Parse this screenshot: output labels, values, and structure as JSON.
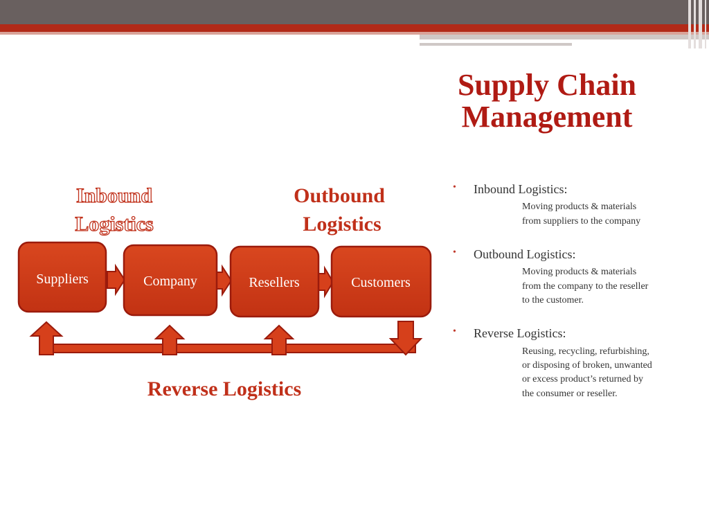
{
  "slide": {
    "title_line1": "Supply Chain",
    "title_line2": "Management"
  },
  "colors": {
    "title": "#b01b14",
    "box_fill": "#cf3a19",
    "box_stroke": "#9b1b0c",
    "header_band": "#69605f",
    "accent_stripe": "#b22a18"
  },
  "diagram": {
    "inbound_label_line1": "Inbound",
    "inbound_label_line2": "Logistics",
    "outbound_label_line1": "Outbound",
    "outbound_label_line2": "Logistics",
    "reverse_label": "Reverse Logistics",
    "nodes": [
      "Suppliers",
      "Company",
      "Resellers",
      "Customers"
    ]
  },
  "bullets": [
    {
      "head": "Inbound Logistics:",
      "desc": "Moving products & materials from suppliers to the company"
    },
    {
      "head": "Outbound Logistics:",
      "desc": "Moving products & materials from the company to the reseller to the customer."
    },
    {
      "head": "Reverse Logistics:",
      "desc": "Reusing, recycling, refurbishing, or disposing of broken, unwanted or excess product’s returned by the consumer or reseller."
    }
  ],
  "bullet_symbol": "•"
}
